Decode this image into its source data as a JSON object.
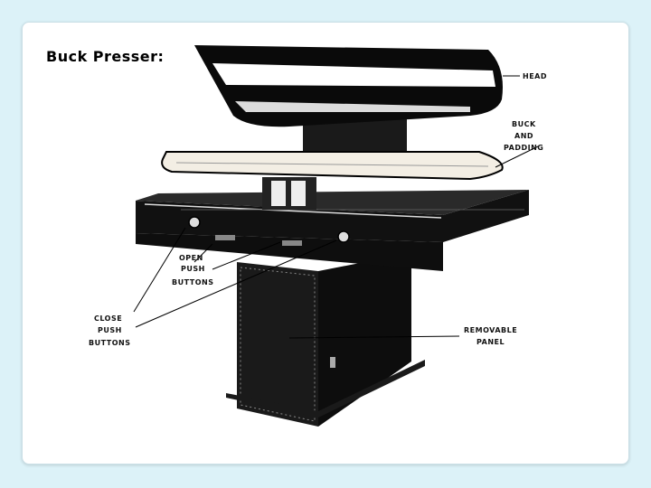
{
  "slide": {
    "title": "Buck Presser:"
  },
  "diagram": {
    "labels": {
      "head": "HEAD",
      "buck_line1": "BUCK",
      "buck_line2": "AND",
      "buck_line3": "PADDING",
      "open_line1": "OPEN",
      "open_line2": "PUSH",
      "open_line3": "BUTTONS",
      "close_line1": "CLOSE",
      "close_line2": "PUSH",
      "close_line3": "BUTTONS",
      "panel_line1": "REMOVABLE",
      "panel_line2": "PANEL"
    }
  }
}
